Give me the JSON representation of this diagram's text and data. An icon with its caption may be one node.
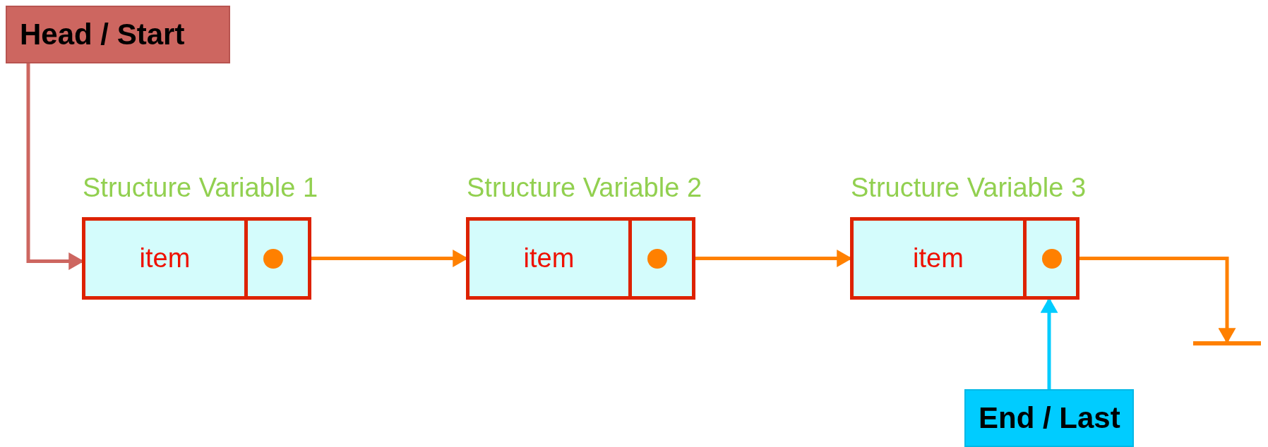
{
  "diagram": {
    "nodes": [
      {
        "text": [
          "Head / Start"
        ]
      },
      {
        "text": [
          "Structure Variable 1"
        ]
      },
      {
        "text": [
          "item"
        ],
        "in": 1
      },
      {
        "text": [],
        "shape": "box",
        "in": 1
      },
      {
        "text": [
          "Structure Variable 2"
        ]
      },
      {
        "text": [
          "item"
        ],
        "in": 4
      },
      {
        "text": [],
        "shape": "box",
        "in": 4
      },
      {
        "text": [
          "Structure Variable 3"
        ]
      },
      {
        "text": [
          "item"
        ],
        "in": 7
      },
      {
        "text": [],
        "shape": "box",
        "in": 7
      },
      {
        "text": [],
        "shape": "bar"
      },
      {
        "text": [
          "End / Last"
        ]
      }
    ],
    "edges": [
      {
        "from": 0,
        "to": 1,
        "arrow": "to",
        "color": "#cd6660"
      },
      {
        "from": 3,
        "to": 4,
        "arrow": "to"
      },
      {
        "from": 6,
        "to": 7,
        "arrow": "to"
      },
      {
        "from": 9,
        "to": 10,
        "arrow": "to"
      },
      {
        "from": 11,
        "to": 7,
        "arrow": "to",
        "color": "#00ccff"
      }
    ]
  }
}
